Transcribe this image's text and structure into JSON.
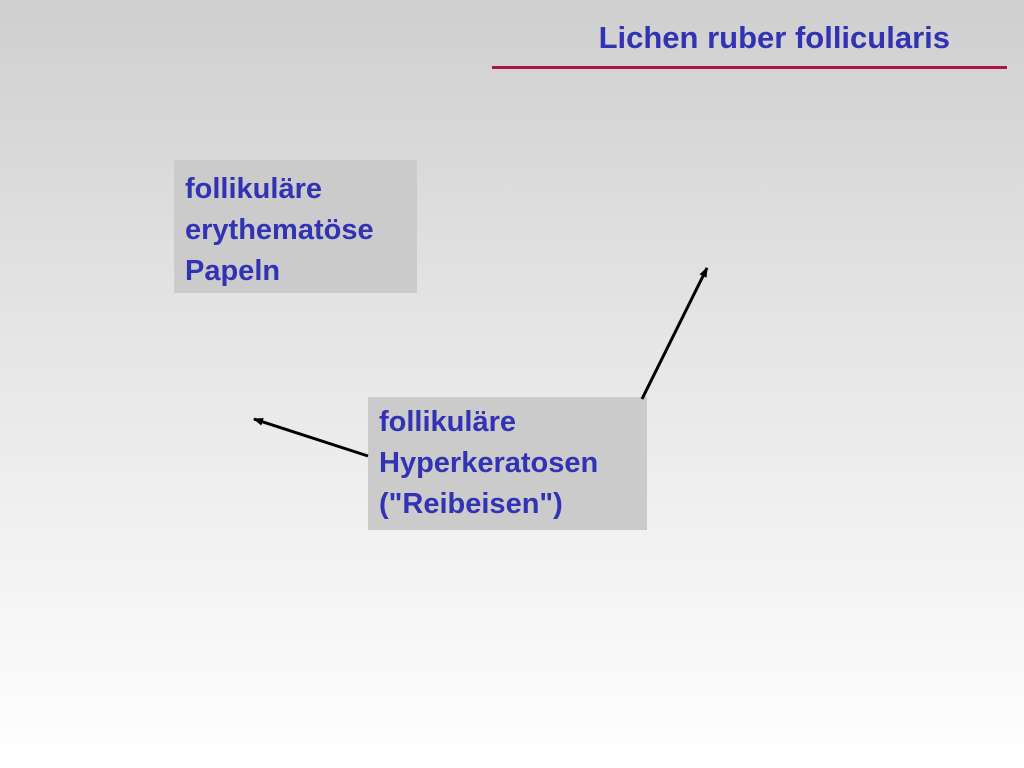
{
  "slide": {
    "title": "Lichen ruber follicularis"
  },
  "labels": {
    "papeln": {
      "lines": [
        "follikuläre",
        "erythematöse",
        "Papeln"
      ]
    },
    "hyperkeratosen": {
      "lines": [
        "follikuläre",
        "Hyperkeratosen",
        "(\"Reibeisen\")"
      ]
    }
  },
  "colors": {
    "text": "#3232b4",
    "title_rule": "#b0124a",
    "label_background": "#cbcbcb",
    "arrow": "#000000"
  }
}
